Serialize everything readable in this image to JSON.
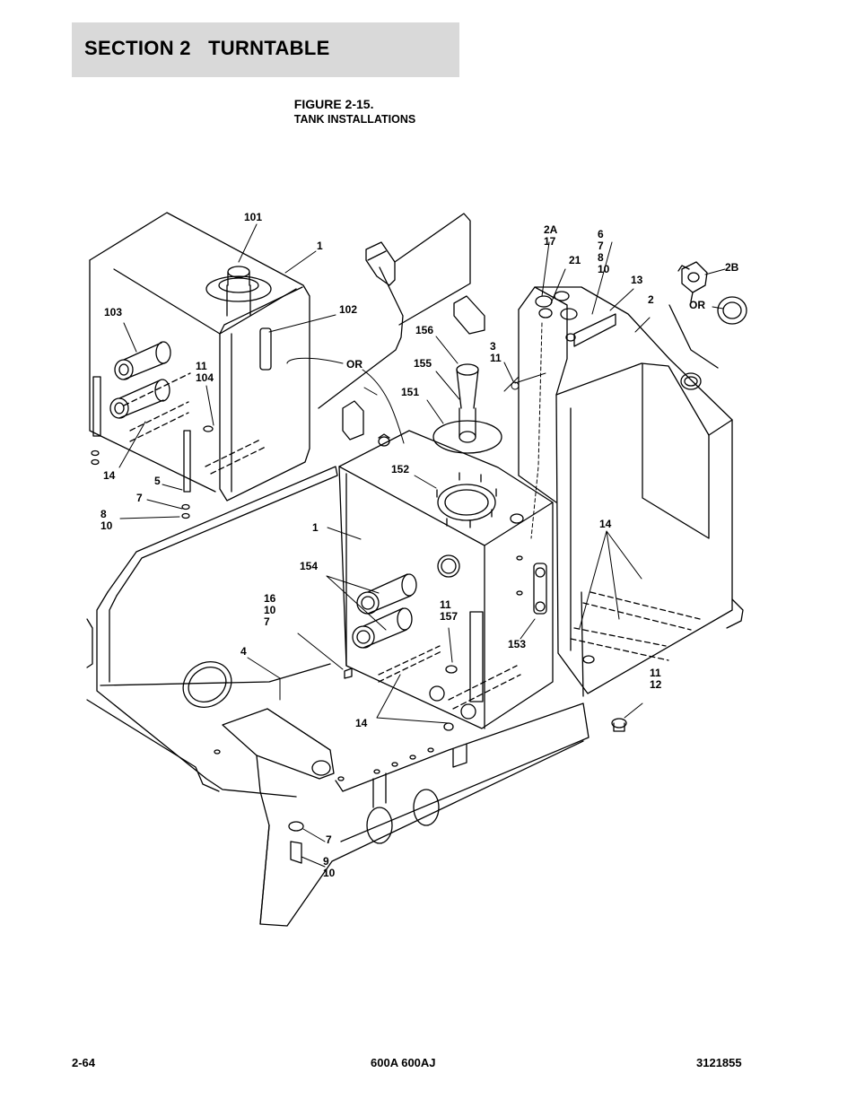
{
  "header": {
    "section_title": "SECTION 2   TURNTABLE"
  },
  "figure": {
    "number": "FIGURE 2-15.",
    "title": "TANK INSTALLATIONS"
  },
  "footer": {
    "page": "2-64",
    "model": "600A 600AJ",
    "doc_number": "3121855"
  },
  "callouts": [
    "101",
    "1",
    "102",
    "103",
    "OR",
    "11\n104",
    "14",
    "5",
    "7",
    "8\n10",
    "2A\n17",
    "6\n7\n8\n10",
    "21",
    "13",
    "2",
    "2B",
    "OR",
    "156",
    "3\n11",
    "155",
    "151",
    "152",
    "1",
    "154",
    "16\n10\n7",
    "11\n157",
    "153",
    "4",
    "14",
    "14",
    "11\n12",
    "7",
    "9\n10"
  ]
}
